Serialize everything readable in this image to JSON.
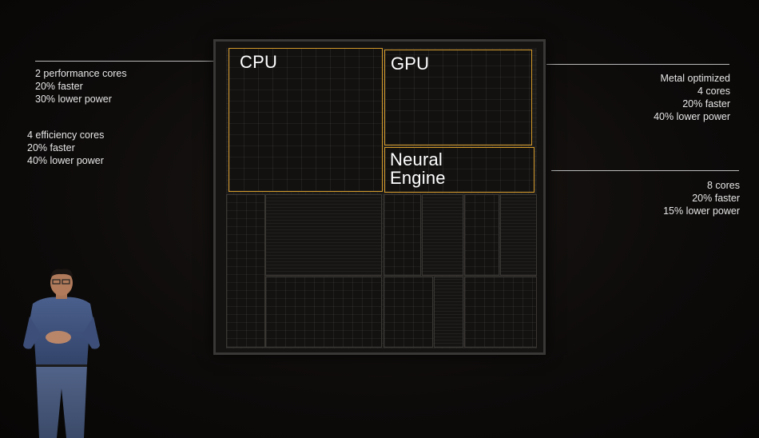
{
  "chip": {
    "regions": {
      "cpu": "CPU",
      "gpu": "GPU",
      "neural_engine": [
        "Neural",
        "Engine"
      ]
    }
  },
  "specs": {
    "cpu_performance": [
      "2 performance cores",
      "20% faster",
      "30% lower power"
    ],
    "cpu_efficiency": [
      "4 efficiency cores",
      "20% faster",
      "40% lower power"
    ],
    "gpu": [
      "Metal optimized",
      "4 cores",
      "20% faster",
      "40% lower power"
    ],
    "neural_engine": [
      "8 cores",
      "20% faster",
      "15% lower power"
    ]
  },
  "colors": {
    "background": "#0b0908",
    "region_outline": "#d49a2a",
    "text": "#e6e6e6",
    "shirt": "#3b4d73",
    "jeans": "#4a5a7a"
  }
}
